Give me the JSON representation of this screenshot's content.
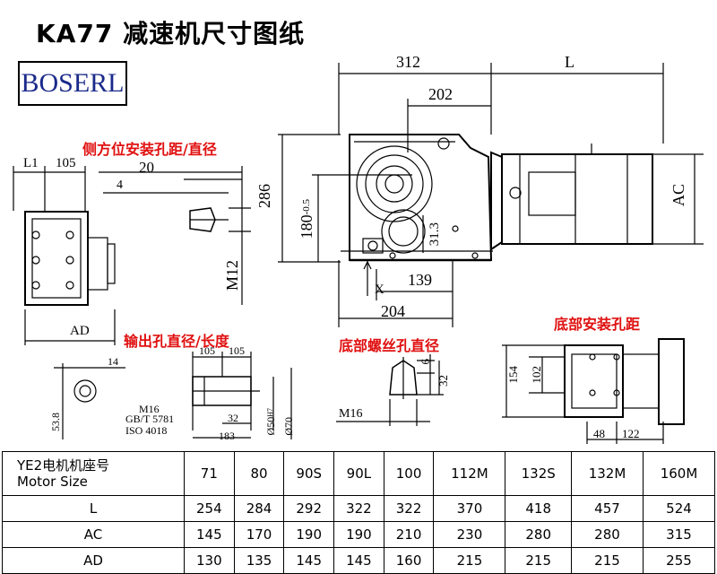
{
  "header": {
    "title": "KA77 减速机尺寸图纸"
  },
  "logo": {
    "text": "BOSERL"
  },
  "sections": {
    "side_holes": "侧方位安装孔距/直径",
    "output_hole": "输出孔直径/长度",
    "bottom_thread": "底部螺丝孔直径",
    "bottom_mount": "底部安装孔距"
  },
  "dims": {
    "d312": "312",
    "dL": "L",
    "d202": "202",
    "d286": "286",
    "d180": "180",
    "d180sub": "-0.5",
    "dAC": "AC",
    "d313": "31.3",
    "d139": "139",
    "dX": "X",
    "d204": "204",
    "dL1": "L1",
    "d105": "105",
    "d20": "20",
    "d4": "4",
    "dM12": "M12",
    "dAD": "AD",
    "d14": "14",
    "d538": "53.8",
    "o105a": "105",
    "o105b": "105",
    "oM16": "M16",
    "oGB": "GB/T 5781",
    "oISO": "ISO 4018",
    "o32": "32",
    "o183": "183",
    "o50": "Ø50",
    "o50sup": "H7",
    "o70": "Ø70",
    "bM16": "M16",
    "b6": "6",
    "b32": "32",
    "m154": "154",
    "m102": "102",
    "m48": "48",
    "m122": "122"
  },
  "table": {
    "header_line1": "YE2电机机座号",
    "header_line2": "Motor Size",
    "sizes": [
      "71",
      "80",
      "90S",
      "90L",
      "100",
      "112M",
      "132S",
      "132M",
      "160M"
    ],
    "rows": [
      {
        "label": "L",
        "values": [
          "254",
          "284",
          "292",
          "322",
          "322",
          "370",
          "418",
          "457",
          "524"
        ]
      },
      {
        "label": "AC",
        "values": [
          "145",
          "170",
          "190",
          "190",
          "210",
          "230",
          "280",
          "280",
          "315"
        ]
      },
      {
        "label": "AD",
        "values": [
          "130",
          "135",
          "145",
          "145",
          "160",
          "215",
          "215",
          "215",
          "255"
        ]
      }
    ]
  }
}
